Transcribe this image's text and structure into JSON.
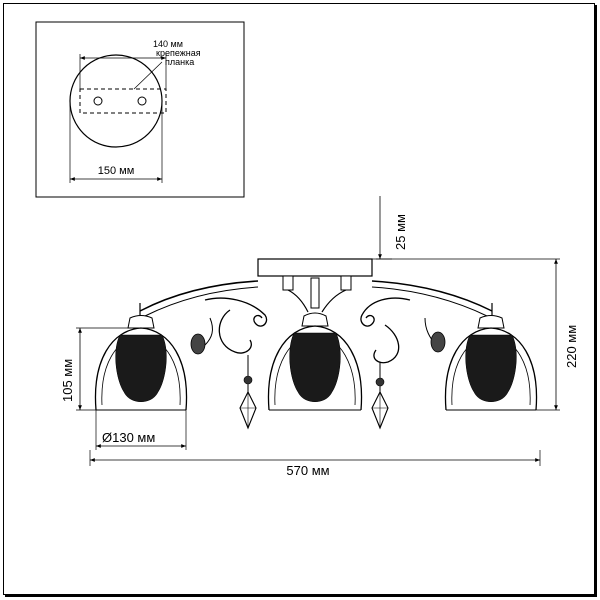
{
  "inset": {
    "mount_width_label": "140 мм",
    "bracket_label_line1": "крепежная",
    "bracket_label_line2": "планка",
    "base_diameter_label": "150 мм"
  },
  "main": {
    "rod_height_label": "25 мм",
    "total_height_label": "220 мм",
    "shade_height_label": "105 мм",
    "shade_diameter_label": "Ø130 мм",
    "total_width_label": "570 мм"
  }
}
